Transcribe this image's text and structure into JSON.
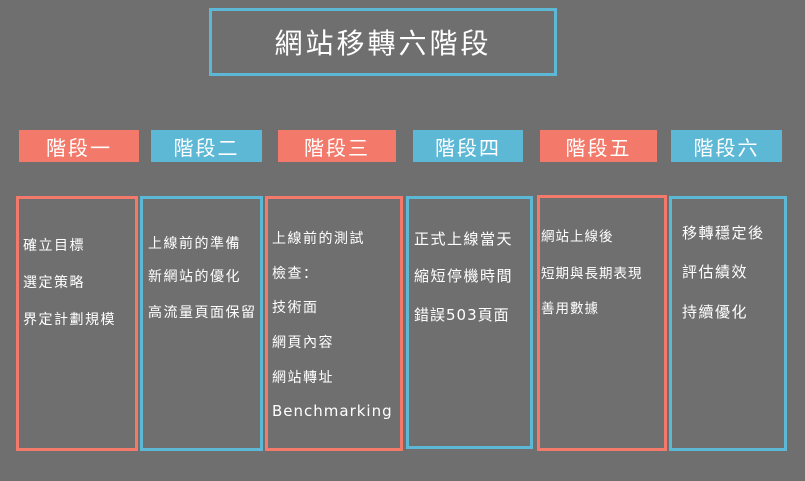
{
  "title": "網站移轉六階段",
  "stages": [
    {
      "label": "階段一",
      "color": "#f37a6a",
      "items": [
        "確立目標",
        "選定策略",
        "界定計劃規模"
      ]
    },
    {
      "label": "階段二",
      "color": "#5db8d6",
      "items": [
        "上線前的準備",
        "新網站的優化",
        "高流量頁面保留"
      ]
    },
    {
      "label": "階段三",
      "color": "#f37a6a",
      "items": [
        "上線前的測試",
        "檢查：",
        "技術面",
        "網頁內容",
        "網站轉址",
        "Benchmarking"
      ]
    },
    {
      "label": "階段四",
      "color": "#5db8d6",
      "items": [
        "正式上線當天",
        "縮短停機時間",
        "錯誤503頁面"
      ]
    },
    {
      "label": "階段五",
      "color": "#f37a6a",
      "items": [
        "網站上線後",
        "短期與長期表現",
        "善用數據"
      ]
    },
    {
      "label": "階段六",
      "color": "#5db8d6",
      "items": [
        "移轉穩定後",
        "評估績效",
        "持續優化"
      ]
    }
  ]
}
